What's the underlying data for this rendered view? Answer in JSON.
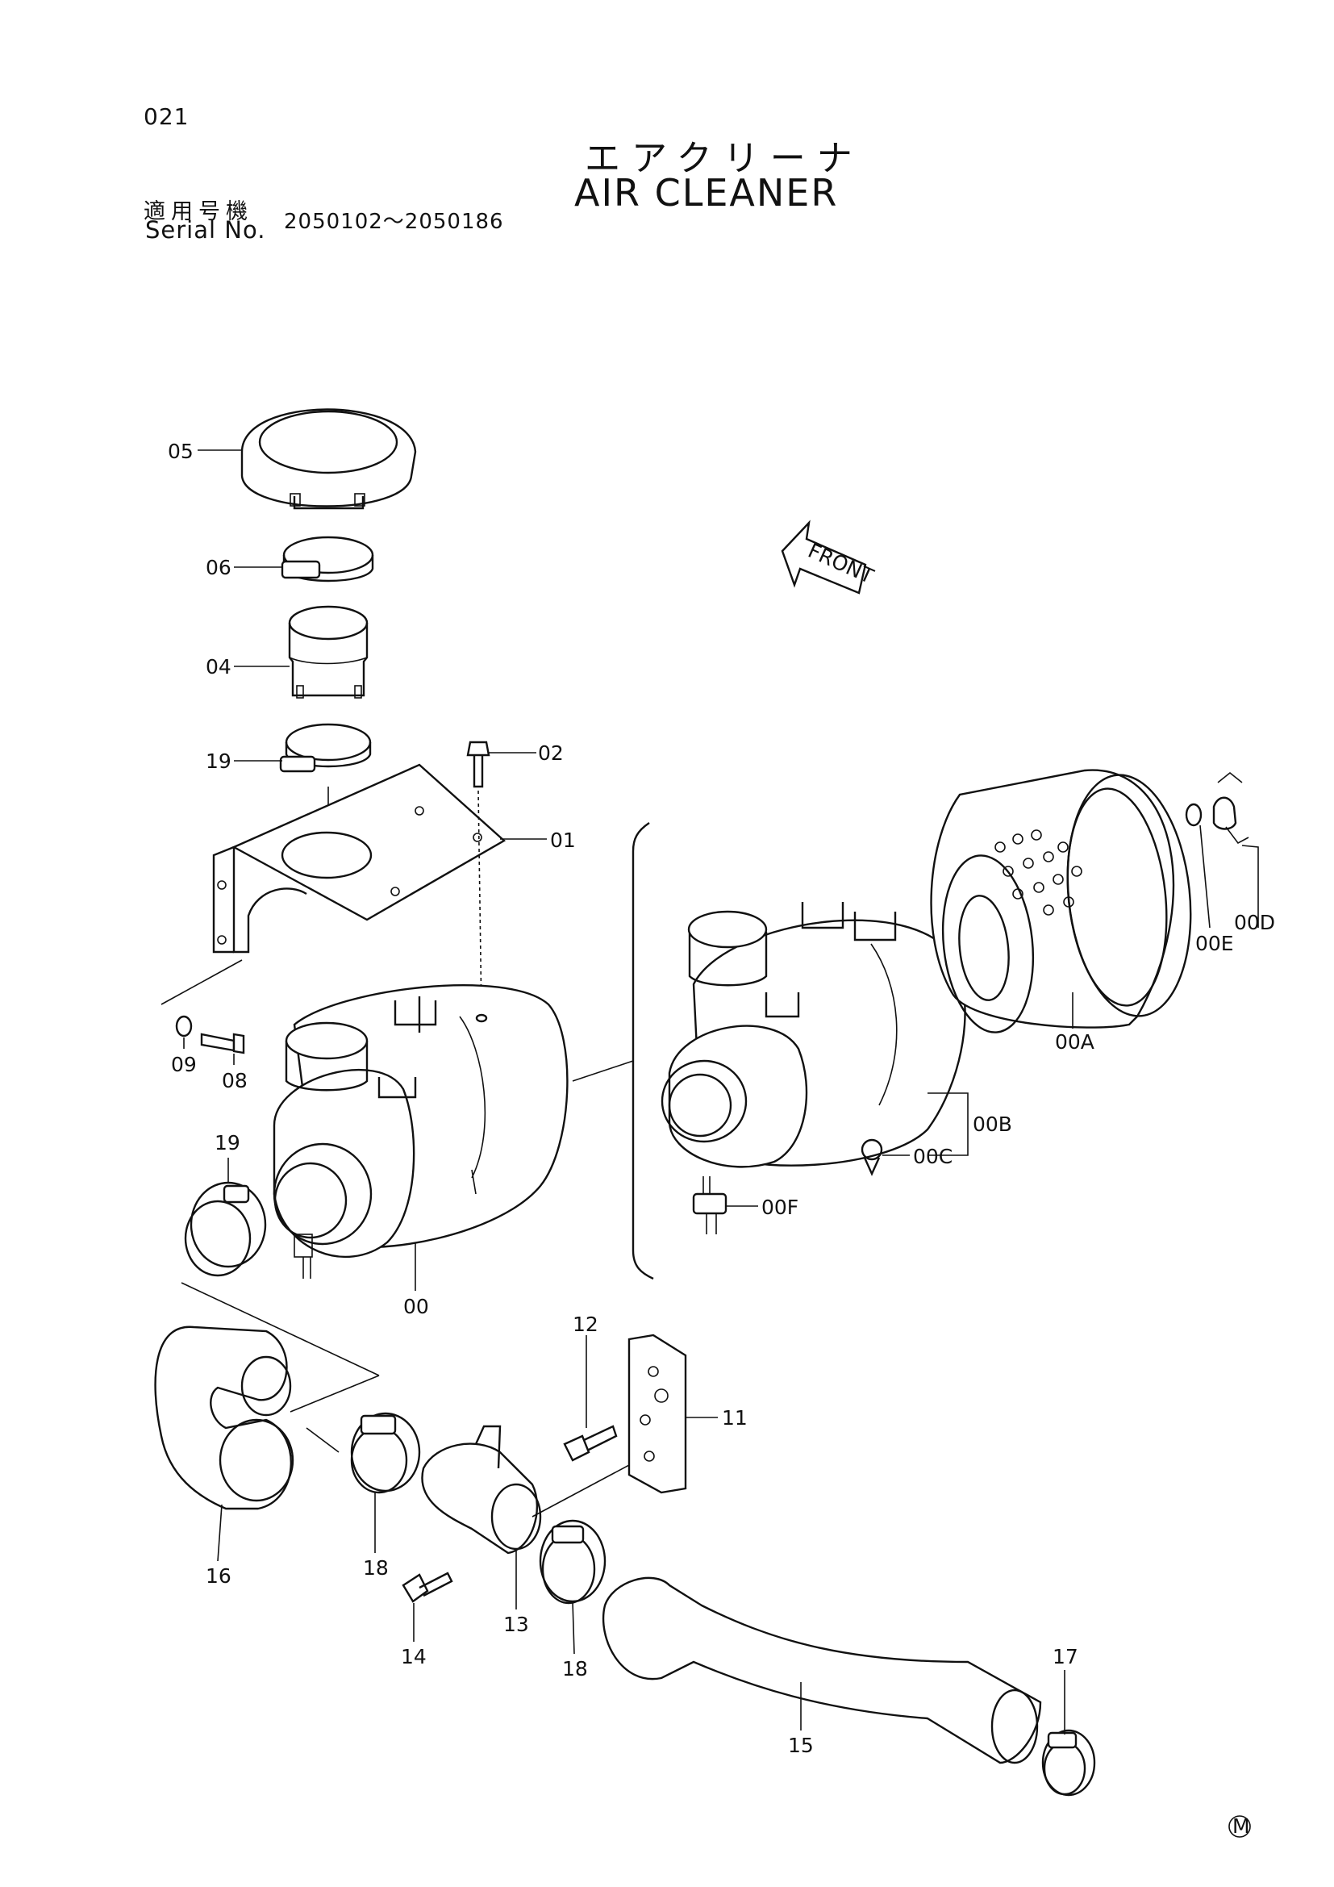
{
  "header": {
    "page_number": "021",
    "title_jp": "エアクリーナ",
    "title_en": "AIR  CLEANER",
    "serial_label_jp": "適用号機",
    "serial_label_en": "Serial No.",
    "serial_range": "2050102～2050186"
  },
  "labels": {
    "p05": "05",
    "p06": "06",
    "p04": "04",
    "p19a": "19",
    "p02": "02",
    "p01": "01",
    "p09": "09",
    "p08": "08",
    "p19b": "19",
    "p00": "00",
    "p00a": "00A",
    "p00b": "00B",
    "p00c": "00C",
    "p00d": "00D",
    "p00e": "00E",
    "p00f": "00F",
    "p12": "12",
    "p11": "11",
    "p16": "16",
    "p18a": "18",
    "p13": "13",
    "p14": "14",
    "p18b": "18",
    "p15": "15",
    "p17": "17"
  },
  "front_marker": "FRONT",
  "corner_mark": "M",
  "icons": {
    "front_arrow": "front-arrow-icon",
    "corner_mark": "circled-m-icon"
  }
}
